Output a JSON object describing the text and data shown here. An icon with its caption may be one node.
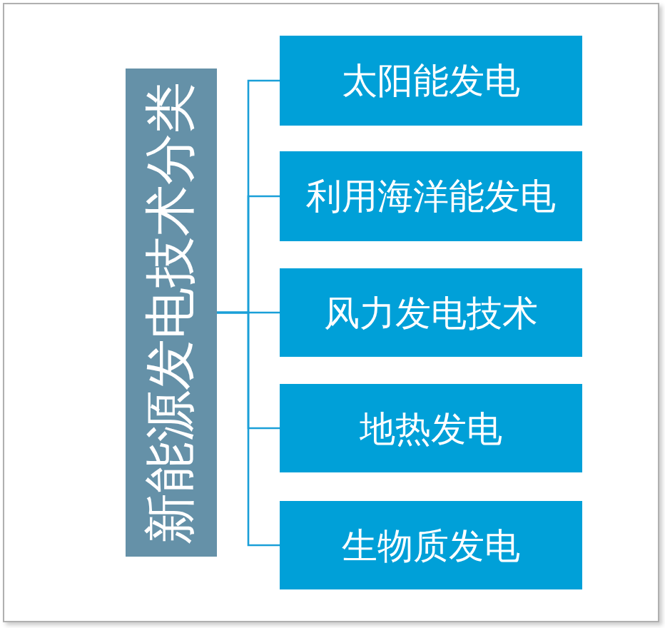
{
  "diagram": {
    "nodes": [
      {
        "text": [
          "新能源发电技术分类"
        ]
      },
      {
        "text": [
          "太阳能发电"
        ]
      },
      {
        "text": [
          "利用海洋能发电"
        ]
      },
      {
        "text": [
          "风力发电技术"
        ]
      },
      {
        "text": [
          "地热发电"
        ]
      },
      {
        "text": [
          "生物质发电"
        ]
      }
    ],
    "edges": [
      {
        "from": 0,
        "to": 1,
        "arrow": "none"
      },
      {
        "from": 0,
        "to": 2,
        "arrow": "none"
      },
      {
        "from": 0,
        "to": 3,
        "arrow": "none"
      },
      {
        "from": 0,
        "to": 4,
        "arrow": "none"
      },
      {
        "from": 0,
        "to": 5,
        "arrow": "none"
      }
    ]
  }
}
